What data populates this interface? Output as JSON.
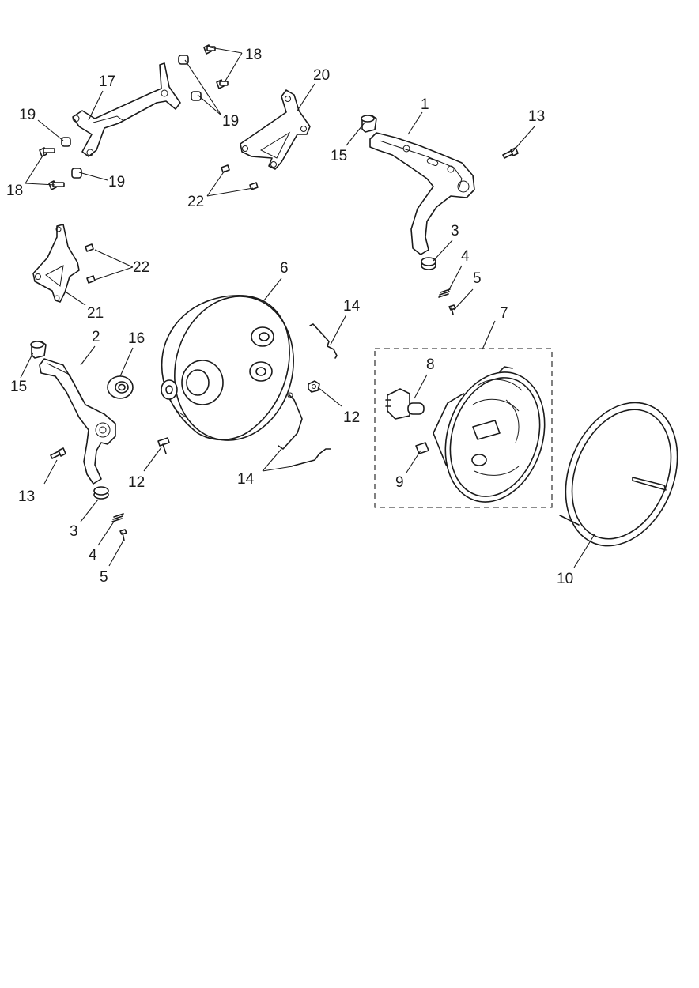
{
  "diagram": {
    "callouts": {
      "c1": "1",
      "c2": "2",
      "c3a": "3",
      "c3b": "3",
      "c4a": "4",
      "c4b": "4",
      "c5a": "5",
      "c5b": "5",
      "c6": "6",
      "c7": "7",
      "c8": "8",
      "c9": "9",
      "c10": "10",
      "c12a": "12",
      "c12b": "12",
      "c13a": "13",
      "c13b": "13",
      "c14a": "14",
      "c14b": "14",
      "c15a": "15",
      "c15b": "15",
      "c16": "16",
      "c17": "17",
      "c18a": "18",
      "c18b": "18",
      "c19a": "19",
      "c19b": "19",
      "c19c": "19",
      "c20": "20",
      "c21": "21",
      "c22a": "22",
      "c22b": "22"
    }
  }
}
